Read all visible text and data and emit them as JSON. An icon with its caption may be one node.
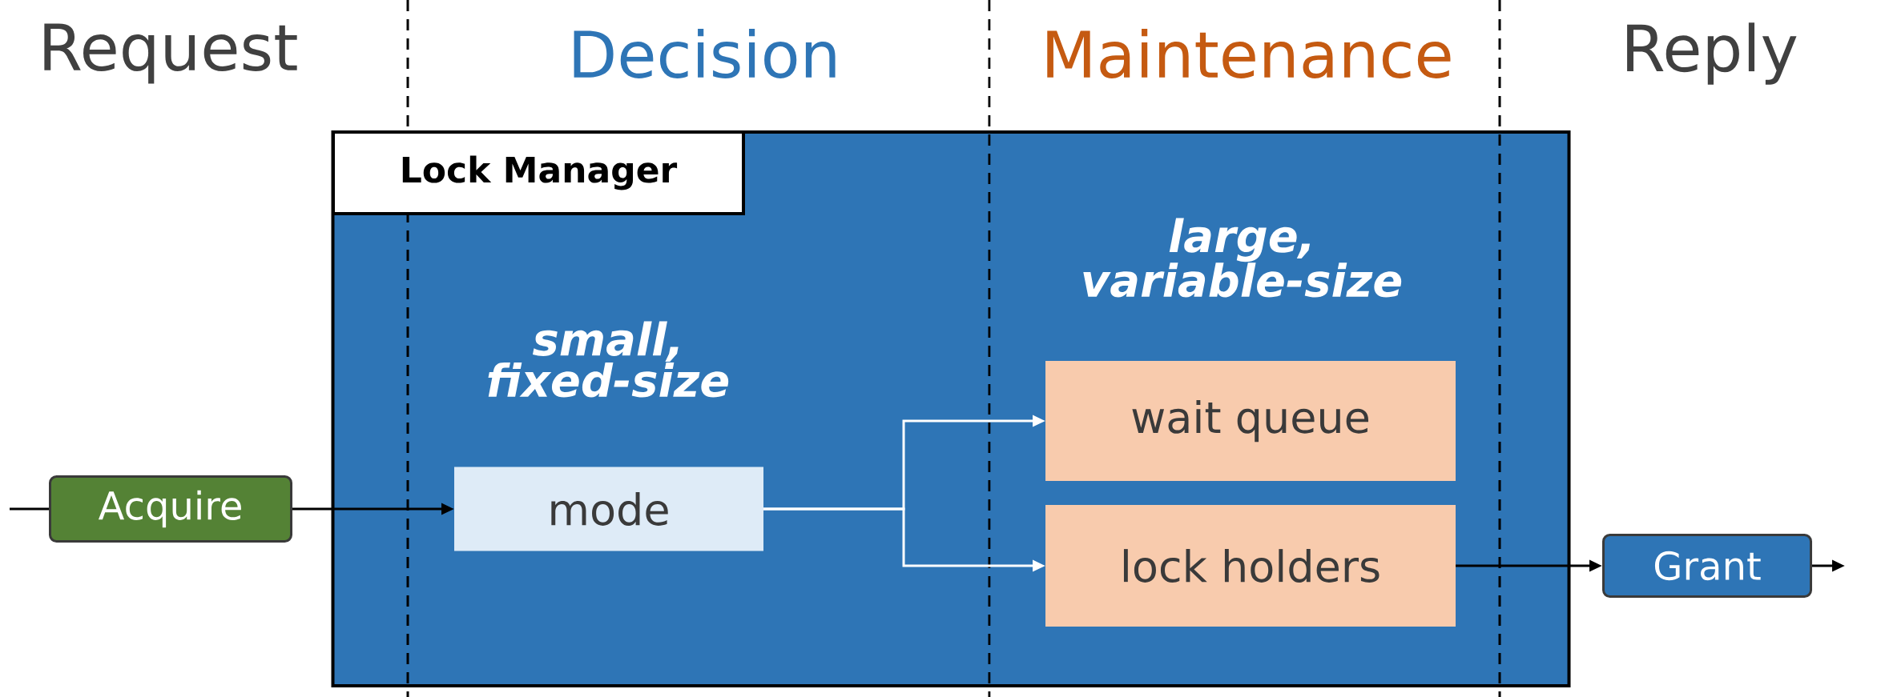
{
  "diagram": {
    "nodes": [
      {
        "text": [
          "small, fixed-size",
          "large, variable-size"
        ]
      },
      {
        "text": [
          "Lock Manager"
        ],
        "in": 0
      },
      {
        "text": [
          "Acquire"
        ]
      },
      {
        "text": [
          "mode"
        ],
        "in": 0
      },
      {
        "text": [
          "wait queue"
        ],
        "in": 0
      },
      {
        "text": [
          "lock holders"
        ],
        "in": 0
      },
      {
        "text": [
          "Grant"
        ]
      }
    ],
    "edges": [
      {
        "from": null,
        "to": 2,
        "arrow": "none"
      },
      {
        "from": 2,
        "to": 3,
        "arrow": "to"
      },
      {
        "from": 3,
        "to": 4,
        "arrow": "to",
        "color": "#ffffff"
      },
      {
        "from": 3,
        "to": 5,
        "arrow": "to",
        "color": "#ffffff"
      },
      {
        "from": 5,
        "to": 6,
        "arrow": "to"
      },
      {
        "from": 6,
        "to": null,
        "arrow": "to"
      }
    ],
    "labels": [
      "Request",
      "Decision",
      "Maintenance",
      "Reply"
    ]
  }
}
